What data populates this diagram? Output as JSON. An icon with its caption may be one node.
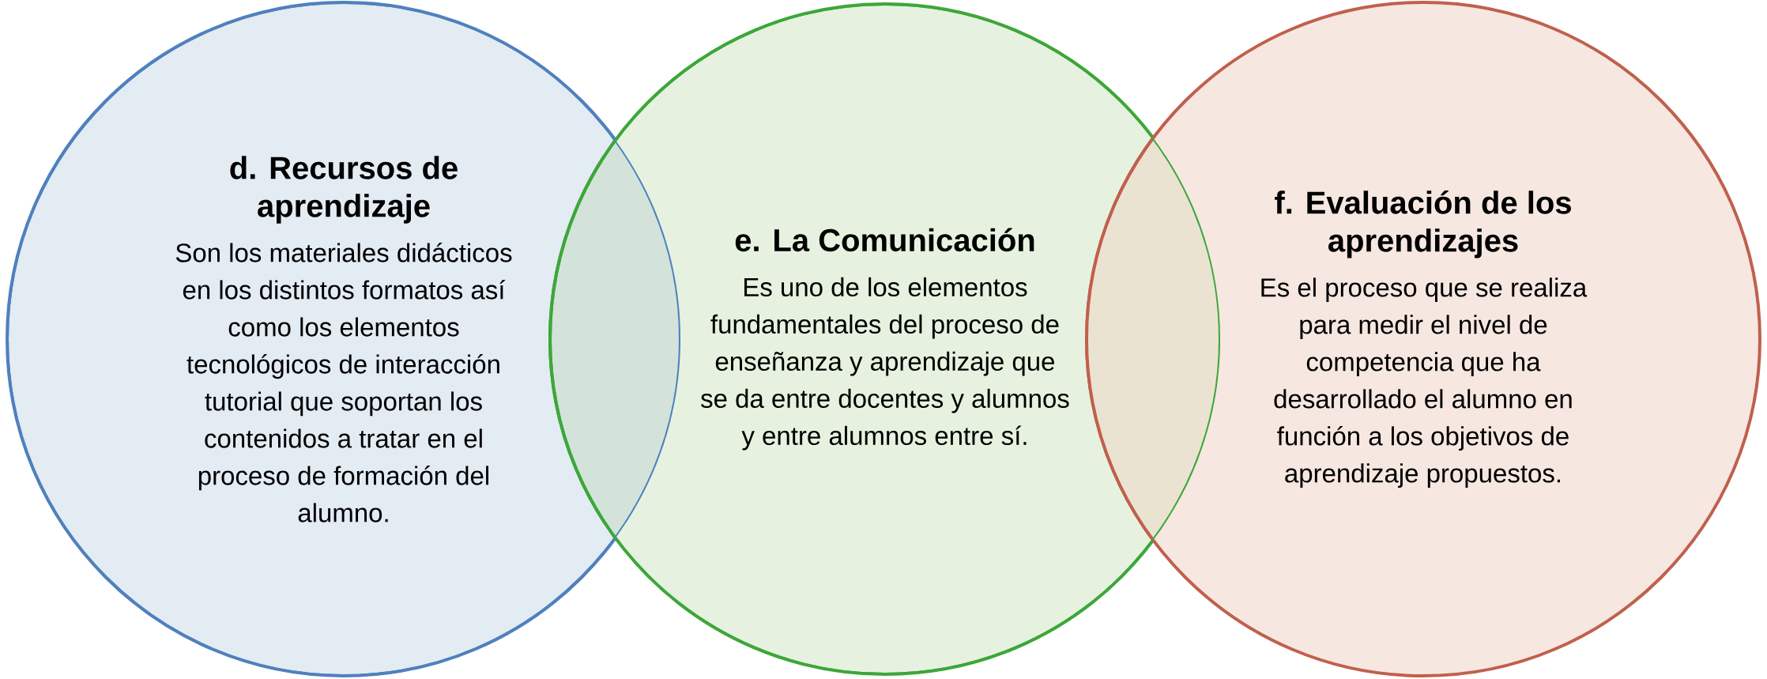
{
  "diagram": {
    "nodes": [
      {
        "text": [
          "d. Recursos de aprendizaje",
          "Son los materiales didácticos en los distintos formatos así como los elementos tecnológicos de interacción tutorial que soportan los contenidos a tratar en el proceso de formación del alumno."
        ]
      },
      {
        "text": [
          "e. La Comunicación",
          "Es uno de los elementos fundamentales del proceso de enseñanza y aprendizaje que se da entre docentes y alumnos y entre alumnos entre sí."
        ]
      },
      {
        "text": [
          "f. Evaluación de los aprendizajes",
          "Es el proceso que se realiza para medir el nivel de competencia que ha desarrollado el alumno en función a los objetivos de aprendizaje propuestos."
        ]
      }
    ]
  }
}
